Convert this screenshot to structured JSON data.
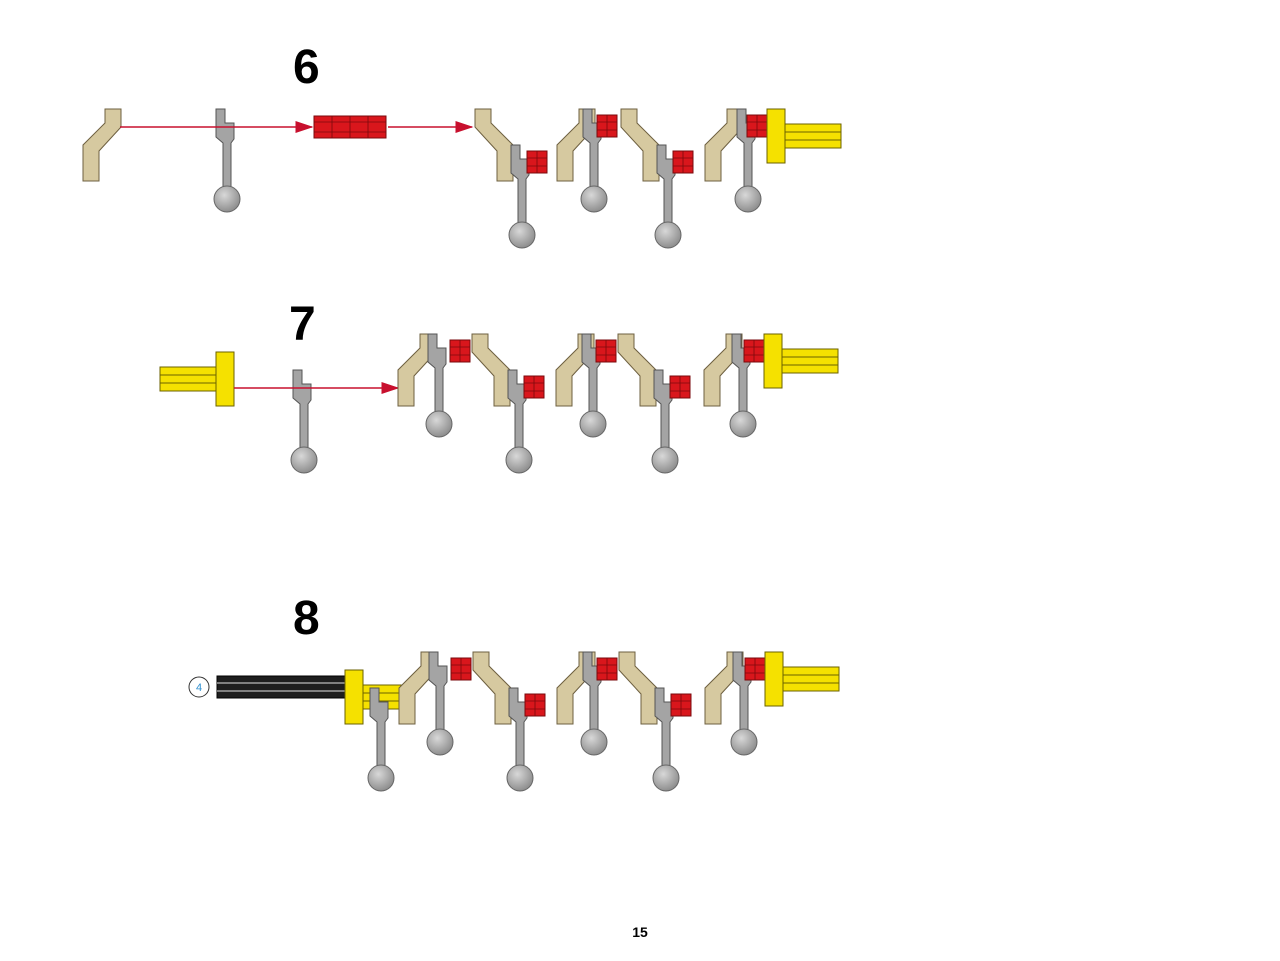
{
  "steps": [
    {
      "number": "6"
    },
    {
      "number": "7"
    },
    {
      "number": "8"
    }
  ],
  "callouts": {
    "axle_length": "4"
  },
  "page_number": "15",
  "colors": {
    "tan": "#d6c9a0",
    "gray": "#a4a4a4",
    "red": "#d9161c",
    "yellow": "#f5e100",
    "black_axle": "#1e1e1e",
    "arrow": "#c8102e",
    "callout": "#2e8fd0"
  }
}
